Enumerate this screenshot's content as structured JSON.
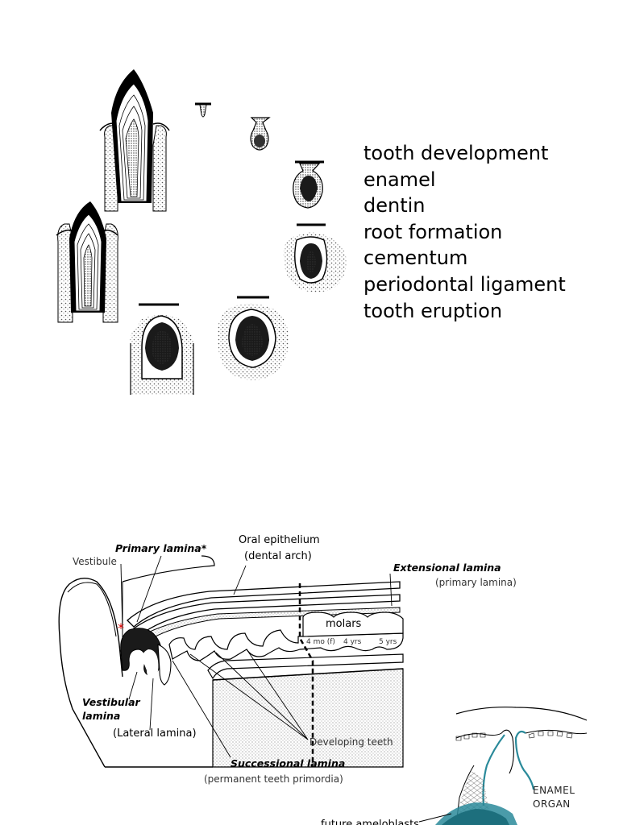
{
  "topics": [
    "tooth development",
    "enamel",
    "dentin",
    "root formation",
    "cementum",
    "periodontal ligament",
    "tooth eruption"
  ],
  "lamina_diagram": {
    "primary_lamina": "Primary lamina*",
    "vestibule": "Vestibule",
    "oral_epithelium_line1": "Oral epithelium",
    "oral_epithelium_line2": "(dental arch)",
    "extensional_lamina": "Extensional lamina",
    "extensional_sub": "(primary lamina)",
    "molars": "molars",
    "age_4mo": "4 mo (f)",
    "age_4yrs": "4 yrs",
    "age_5yrs": "5 yrs",
    "vestibular_line1": "Vestibular",
    "vestibular_line2": "lamina",
    "lateral_lamina": "(Lateral lamina)",
    "developing_teeth": "Developing teeth",
    "successional_lamina": "Successional lamina",
    "successional_sub": "(permanent teeth primordia)",
    "asterisk": "*"
  },
  "enamel_organ": {
    "label_line1": "ENAMEL",
    "label_line2": "ORGAN",
    "future_ameloblasts": "future ameloblasts"
  },
  "colors": {
    "line": "#000000",
    "stipple": "#555555",
    "asterisk": "#e00000",
    "enamel_organ_teal": "#2a8a9a"
  }
}
